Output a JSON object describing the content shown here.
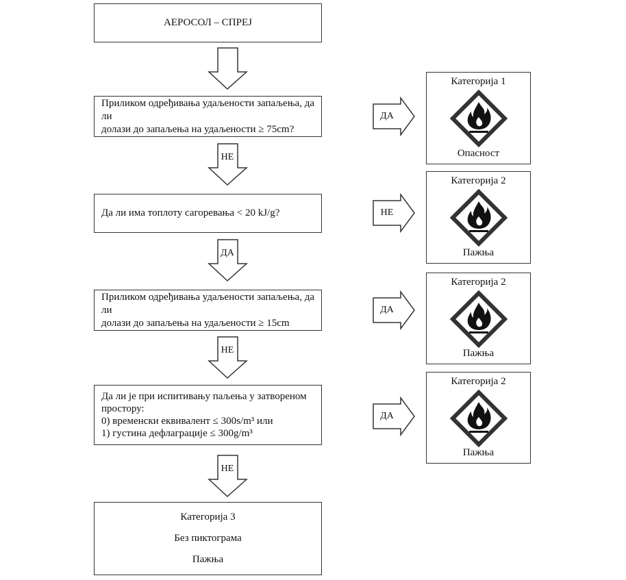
{
  "title": "АЕРОСОЛ – СПРЕЈ",
  "questions": [
    {
      "lines": [
        "Приликом одређивања удаљености запаљења, да ли",
        "долази до запаљења на удаљености  ≥ 75cm?"
      ],
      "down": "НЕ",
      "right": "ДА"
    },
    {
      "lines": [
        "Да ли има топлоту сагоревања < 20 kJ/g?"
      ],
      "down": "ДА",
      "right": "НЕ"
    },
    {
      "lines": [
        "Приликом одређивања удаљености запаљења, да ли",
        "долази до запаљења на удаљености ≥ 15cm"
      ],
      "down": "НЕ",
      "right": "ДА"
    },
    {
      "lines": [
        "Да ли је при испитивању паљења у затвореном",
        "простору:",
        "0)   временски еквивалент ≤ 300s/m³ или",
        "1)   густина дефлаграције ≤ 300g/m³"
      ],
      "down": "НЕ",
      "right": "ДА"
    }
  ],
  "results": [
    {
      "category": "Категорија 1",
      "signal": "Опасност",
      "icon": "flame-icon"
    },
    {
      "category": "Категорија 2",
      "signal": "Пажња",
      "icon": "flame-icon"
    },
    {
      "category": "Категорија 2",
      "signal": "Пажња",
      "icon": "flame-icon"
    },
    {
      "category": "Категорија 2",
      "signal": "Пажња",
      "icon": "flame-icon"
    }
  ],
  "final": {
    "category": "Категорија 3",
    "pictogram": "Без пиктограма",
    "signal": "Пажња"
  }
}
